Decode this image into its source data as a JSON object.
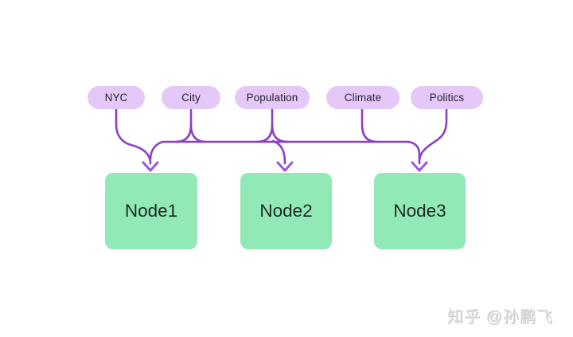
{
  "diagram": {
    "type": "flow",
    "pills": [
      {
        "label": "NYC"
      },
      {
        "label": "City"
      },
      {
        "label": "Population"
      },
      {
        "label": "Climate"
      },
      {
        "label": "Politics"
      }
    ],
    "nodes": [
      {
        "label": "Node1"
      },
      {
        "label": "Node2"
      },
      {
        "label": "Node3"
      }
    ]
  },
  "colors": {
    "background": "#ffffff",
    "pill_fill": "#e4c8f8",
    "pill_text": "#2a2135",
    "node_fill": "#90e9b6",
    "node_text": "#1e2b23",
    "connector": "#8c3fc5",
    "arrowhead": "#9d55dd",
    "watermark": "#e0e0e0"
  },
  "watermark": {
    "text": "知乎 @孙鹏飞"
  }
}
